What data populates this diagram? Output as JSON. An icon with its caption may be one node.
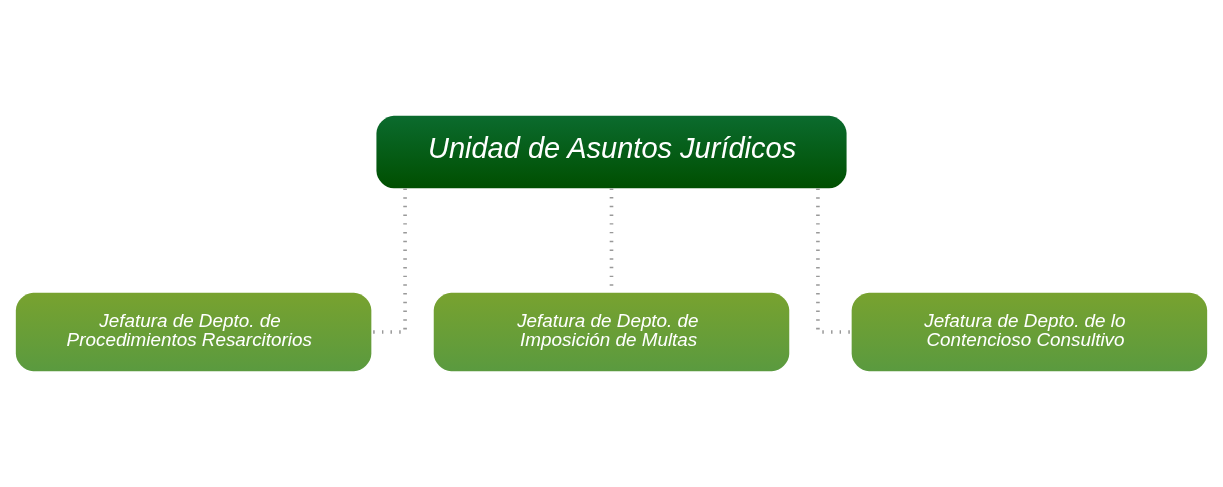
{
  "diagram": {
    "nodes": [
      {
        "text": [
          "Unidad de Asuntos Jurídicos"
        ]
      },
      {
        "text": [
          "Jefatura de Depto. de Procedimientos Resarcitorios"
        ]
      },
      {
        "text": [
          "Jefatura de Depto. de Imposición de Multas"
        ]
      },
      {
        "text": [
          "Jefatura de Depto. de lo Contencioso Consultivo"
        ]
      }
    ],
    "edges": [
      {
        "from": 0,
        "to": 1,
        "arrow": "none"
      },
      {
        "from": 0,
        "to": 2,
        "arrow": "none"
      },
      {
        "from": 0,
        "to": 3,
        "arrow": "none"
      }
    ]
  }
}
